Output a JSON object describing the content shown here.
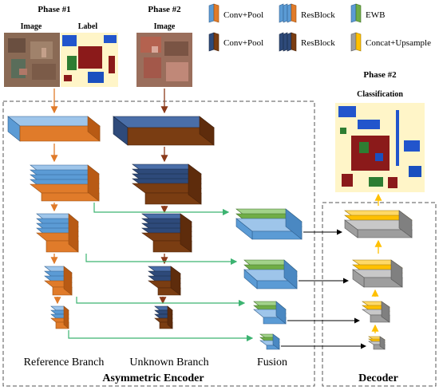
{
  "header": {
    "phase1": "Phase #1",
    "phase2": "Phase #2",
    "image1": "Image",
    "label1": "Label",
    "image2": "Image",
    "phase2_right": "Phase #2",
    "classification": "Classification"
  },
  "legend": {
    "conv_pool_a": "Conv+Pool",
    "resblock_a": "ResBlock",
    "ewb": "EWB",
    "conv_pool_b": "Conv+Pool",
    "resblock_b": "ResBlock",
    "concat": "Concat+Upsample"
  },
  "labels": {
    "reference_branch": "Reference Branch",
    "unknown_branch": "Unknown Branch",
    "fusion": "Fusion",
    "encoder": "Asymmetric Encoder",
    "decoder": "Decoder"
  },
  "colors": {
    "orange": "#E07B2A",
    "orange_dark": "#B85A14",
    "blue_light": "#5B9BD5",
    "blue_dark": "#2E4A7A",
    "brown": "#7A3D12",
    "green": "#70AD47",
    "gold": "#FFC000",
    "gray": "#9E9E9E",
    "arrow_orange": "#E07B2A",
    "arrow_brown": "#8B3A1A",
    "arrow_green": "#3CB371"
  }
}
